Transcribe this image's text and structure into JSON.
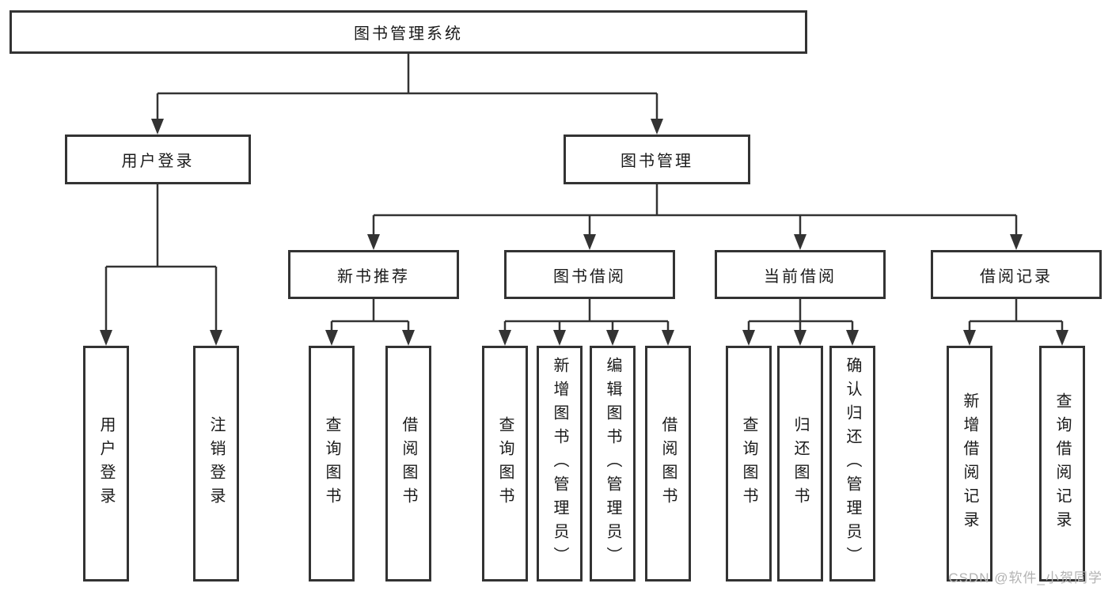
{
  "diagram": {
    "root": {
      "label": "图书管理系统"
    },
    "level2": [
      {
        "label": "用户登录"
      },
      {
        "label": "图书管理"
      }
    ],
    "level3": [
      {
        "label": "新书推荐"
      },
      {
        "label": "图书借阅"
      },
      {
        "label": "当前借阅"
      },
      {
        "label": "借阅记录"
      }
    ],
    "leaves": {
      "user_login": [
        "用户登录",
        "注销登录"
      ],
      "new_book_recommend": [
        "查询图书",
        "借阅图书"
      ],
      "book_borrow": [
        "查询图书",
        "新增图书（管理员）",
        "编辑图书（管理员）",
        "借阅图书"
      ],
      "current_borrow": [
        "查询图书",
        "归还图书",
        "确认归还（管理员）"
      ],
      "borrow_records": [
        "新增借阅记录",
        "查询借阅记录"
      ]
    }
  },
  "watermark": {
    "text": "CSDN @软件_小贺同学"
  },
  "colors": {
    "line": "#333333",
    "text": "#1a1a1a",
    "watermark_text": "#b3b3b3",
    "background": "#ffffff"
  }
}
